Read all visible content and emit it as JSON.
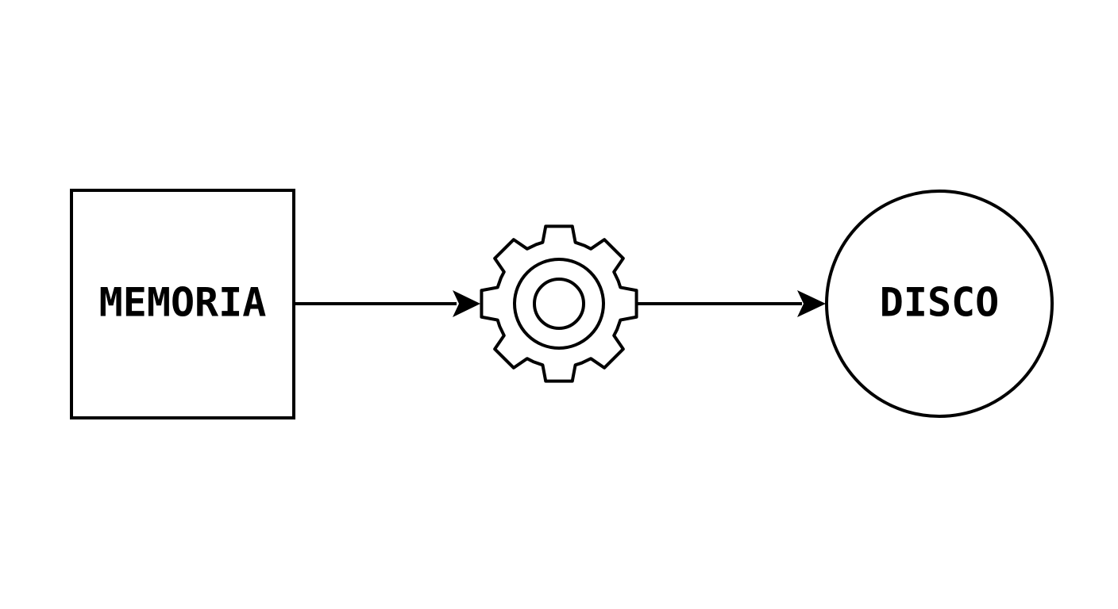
{
  "diagram": {
    "nodes": [
      {
        "id": "memory",
        "shape": "square",
        "label": "MEMORIA"
      },
      {
        "id": "process",
        "shape": "gear-icon",
        "label": ""
      },
      {
        "id": "disk",
        "shape": "circle",
        "label": "DISCO"
      }
    ],
    "edges": [
      {
        "from": "memory",
        "to": "process"
      },
      {
        "from": "process",
        "to": "disk"
      }
    ],
    "colors": {
      "stroke": "#000000",
      "background": "#ffffff"
    }
  }
}
